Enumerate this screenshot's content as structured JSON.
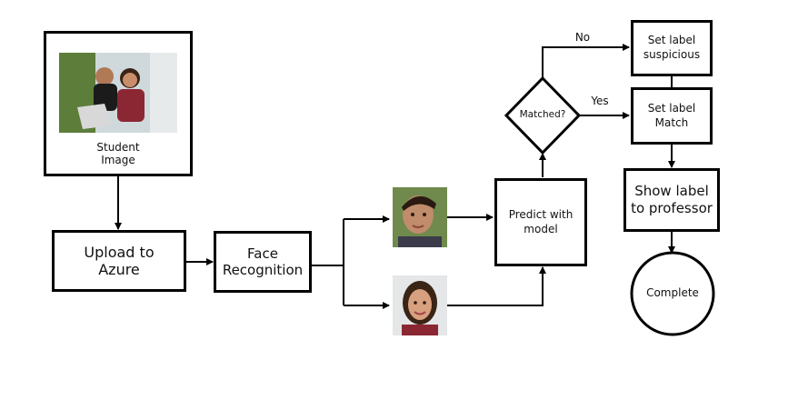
{
  "nodes": {
    "student_image": "Student\nImage",
    "upload": "Upload to\nAzure",
    "face_recognition": "Face\nRecognition",
    "predict": "Predict with\nmodel",
    "matched": "Matched?",
    "set_suspicious": "Set label\nsuspicious",
    "set_match": "Set label\nMatch",
    "show_label": "Show label\nto professor",
    "complete": "Complete"
  },
  "edges": {
    "no": "No",
    "yes": "Yes"
  },
  "icons": [
    "student-photo-icon",
    "face-male-icon",
    "face-female-icon"
  ]
}
